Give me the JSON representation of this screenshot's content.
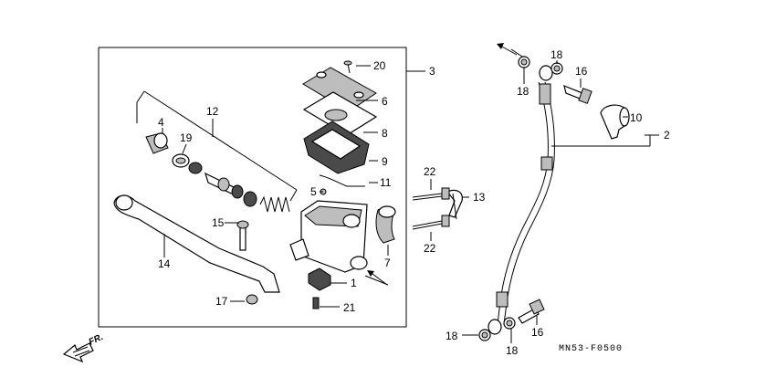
{
  "diagram": {
    "code": "MN53-F0500",
    "direction_label": "FR.",
    "callouts": {
      "c1": "1",
      "c2": "2",
      "c3": "3",
      "c4": "4",
      "c5": "5",
      "c6": "6",
      "c7": "7",
      "c8": "8",
      "c9": "9",
      "c10": "10",
      "c11": "11",
      "c12": "12",
      "c13": "13",
      "c14": "14",
      "c15": "15",
      "c16a": "16",
      "c16b": "16",
      "c17": "17",
      "c18a": "18",
      "c18b": "18",
      "c18c": "18",
      "c18d": "18",
      "c19": "19",
      "c20": "20",
      "c21": "21",
      "c22a": "22",
      "c22b": "22"
    }
  }
}
